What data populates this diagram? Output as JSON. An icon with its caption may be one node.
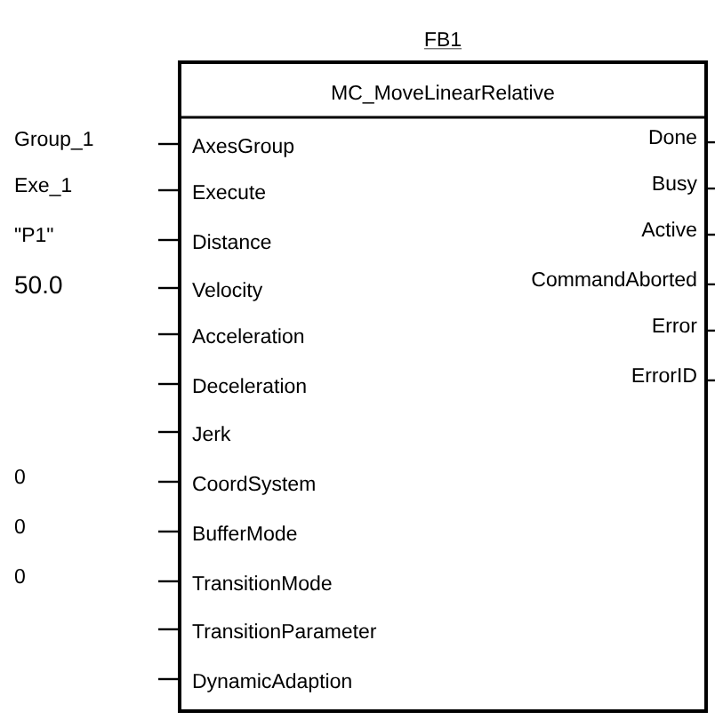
{
  "diagram": {
    "nodes": [
      {
        "text": [
          "FB1",
          "MC_MoveLinearRelative"
        ]
      }
    ],
    "labels": [
      "Group_1",
      "AxesGroup",
      "Done",
      "Exe_1",
      "Execute",
      "Busy",
      "\"P1\"",
      "Distance",
      "Active",
      "50.0",
      "Velocity",
      "CommandAborted",
      "Acceleration",
      "Error",
      "Deceleration",
      "ErrorID",
      "Jerk",
      "0",
      "CoordSystem",
      "0",
      "BufferMode",
      "0",
      "TransitionMode",
      "TransitionParameter",
      "DynamicAdaption"
    ]
  }
}
